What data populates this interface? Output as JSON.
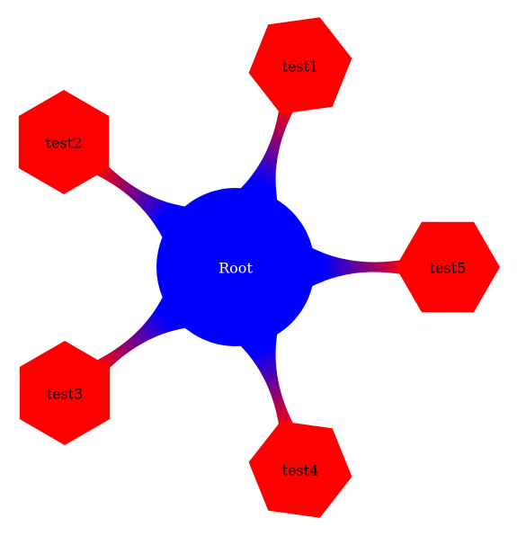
{
  "root": {
    "label": "Root",
    "color": "#0000ff",
    "text_color": "#ffffff"
  },
  "children": [
    {
      "id": "test1",
      "label": "test1"
    },
    {
      "id": "test2",
      "label": "test2"
    },
    {
      "id": "test3",
      "label": "test3"
    },
    {
      "id": "test4",
      "label": "test4"
    },
    {
      "id": "test5",
      "label": "test5"
    }
  ],
  "child_style": {
    "color": "#ff0000",
    "text_color": "#000000"
  },
  "connector_gradient": {
    "from": "#0000ff",
    "to": "#ff0000"
  }
}
